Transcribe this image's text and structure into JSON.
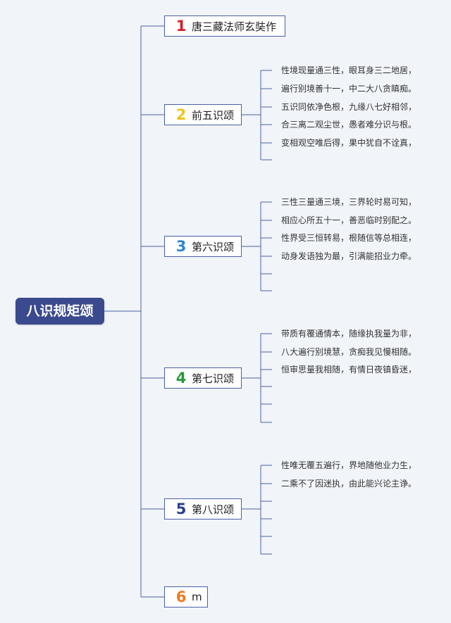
{
  "root": {
    "label": "八识规矩颂"
  },
  "branches": [
    {
      "num": "1",
      "color": "#d6202a",
      "label": "唐三藏法师玄奘作",
      "leaves": []
    },
    {
      "num": "2",
      "color": "#f3c21c",
      "label": "前五识颂",
      "leaves": [
        "性境现量通三性，眼耳身三二地居，",
        "遍行别境善十一，中二大八贪瞋痴。",
        "五识同依净色根，九缘八七好相邻，",
        "合三离二观尘世，愚者难分识与根。",
        "变相观空唯后得，果中犹自不诠真，",
        ""
      ]
    },
    {
      "num": "3",
      "color": "#2e85d3",
      "label": "第六识颂",
      "leaves": [
        "三性三量通三境，三界轮时易可知，",
        "相应心所五十一，善恶临时别配之。",
        "性界受三恒转易，根随信等总相连，",
        "动身发语独为最，引满能招业力牵。",
        "",
        ""
      ]
    },
    {
      "num": "4",
      "color": "#2a9a3a",
      "label": "第七识颂",
      "leaves": [
        "带质有覆通情本，随缘执我量为非，",
        "八大遍行别境慧，贪痴我见慢相随。",
        "恒审思量我相随，有情日夜镇昏迷，",
        "",
        "",
        ""
      ]
    },
    {
      "num": "5",
      "color": "#2a3f8f",
      "label": "第八识颂",
      "leaves": [
        "性唯无覆五遍行，界地随他业力生，",
        "二乘不了因迷执，由此能兴论主诤。",
        "",
        "",
        "",
        ""
      ]
    },
    {
      "num": "6",
      "color": "#f07a1d",
      "label": "m",
      "leaves": []
    }
  ]
}
